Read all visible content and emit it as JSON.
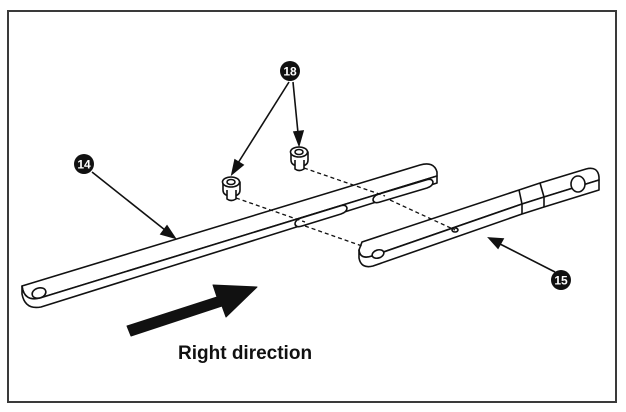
{
  "callouts": {
    "screw": "18",
    "long_bar": "14",
    "short_bar": "15"
  },
  "caption": "Right direction",
  "colors": {
    "line": "#111111",
    "fill": "#ffffff",
    "arrow": "#111111",
    "border": "#3a3a3a"
  }
}
